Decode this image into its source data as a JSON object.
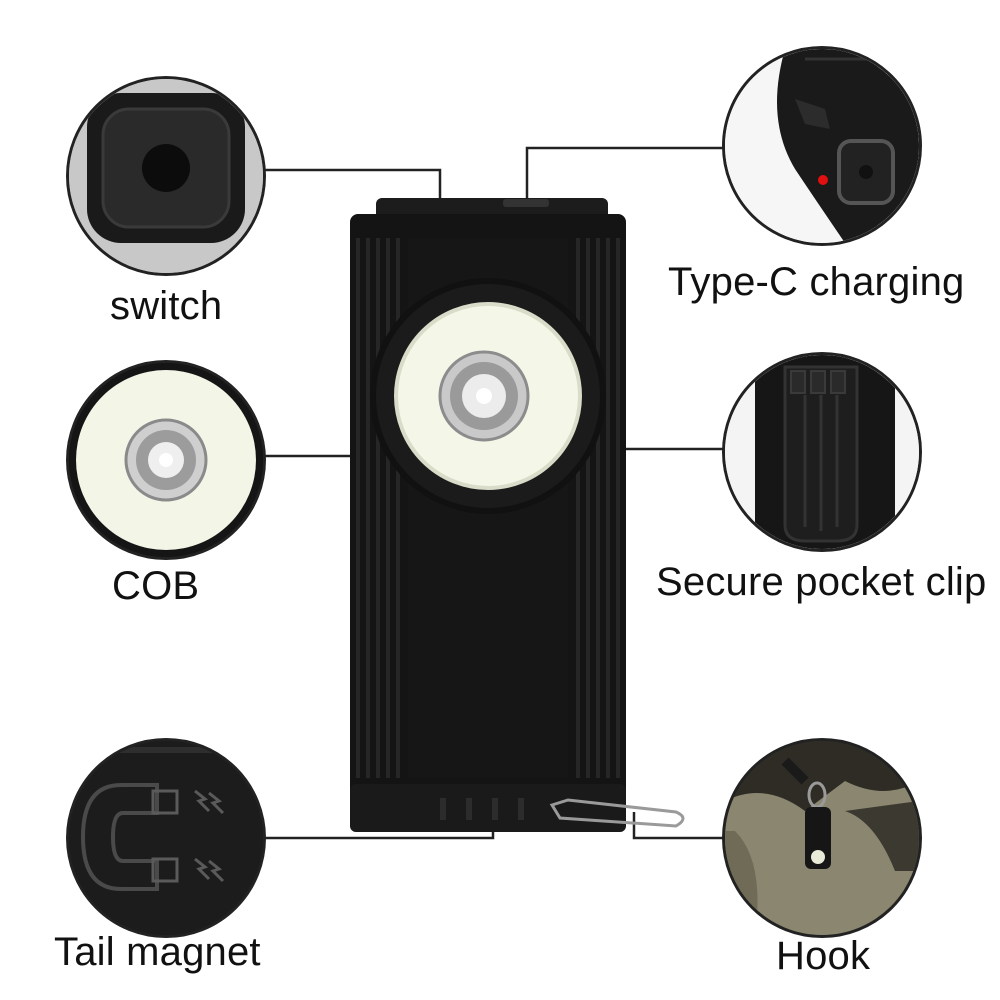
{
  "features": {
    "switch": {
      "label": "switch",
      "icon": "power-button-icon"
    },
    "cob": {
      "label": "COB",
      "icon": "cob-led-icon"
    },
    "tail_magnet": {
      "label": "Tail magnet",
      "icon": "magnet-icon"
    },
    "type_c": {
      "label": "Type-C charging",
      "icon": "usb-c-port-icon"
    },
    "pocket_clip": {
      "label": "Secure pocket clip",
      "icon": "pocket-clip-icon"
    },
    "hook": {
      "label": "Hook",
      "icon": "carabiner-hook-icon"
    }
  },
  "colors": {
    "body": "#141414",
    "led": "#f4f6e8",
    "indicator": "#e01010"
  }
}
